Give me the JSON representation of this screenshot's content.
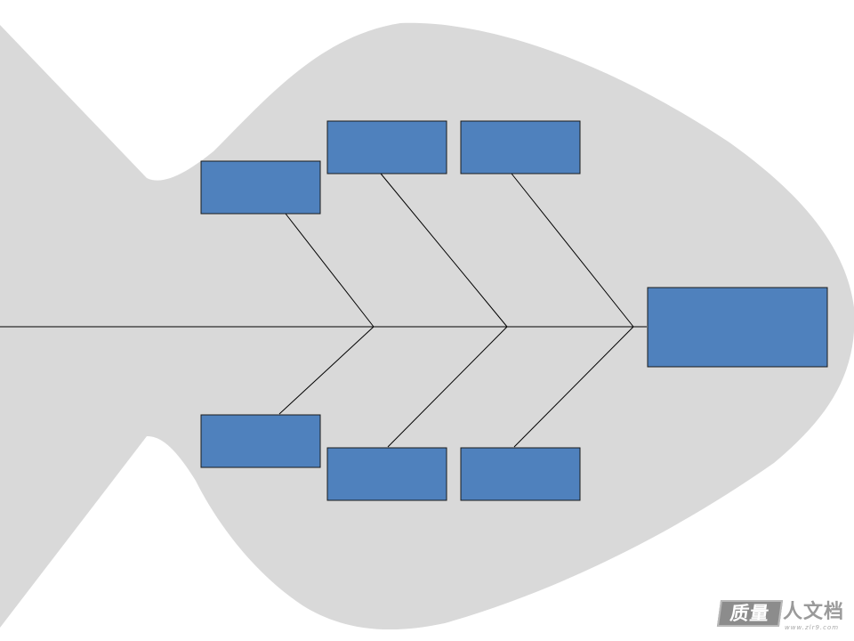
{
  "diagram": {
    "type": "fishbone",
    "colors": {
      "body_fill": "#d9d9d9",
      "box_fill": "#4f81bd",
      "line_color": "#000000"
    },
    "cause_boxes": [
      {
        "id": "upper-1",
        "label": ""
      },
      {
        "id": "upper-2",
        "label": ""
      },
      {
        "id": "upper-3",
        "label": ""
      },
      {
        "id": "lower-1",
        "label": ""
      },
      {
        "id": "lower-2",
        "label": ""
      },
      {
        "id": "lower-3",
        "label": ""
      }
    ],
    "effect_box": {
      "label": ""
    }
  },
  "watermark": {
    "badge": "质量",
    "text": "人文档",
    "url": "www.zlr9.com"
  }
}
